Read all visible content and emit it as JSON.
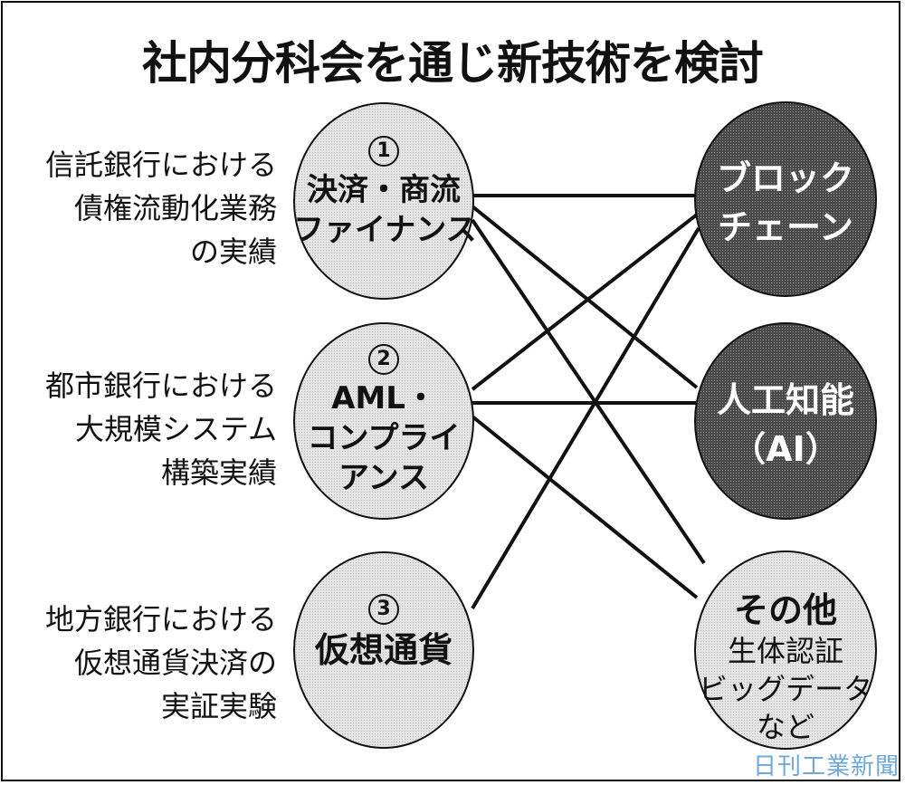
{
  "title": "社内分科会を通じ新技術を検討",
  "left_descriptions": [
    {
      "lines": [
        "信託銀行における",
        "債権流動化業務",
        "の実績"
      ]
    },
    {
      "lines": [
        "都市銀行における",
        "大規模システム",
        "構築実績"
      ]
    },
    {
      "lines": [
        "地方銀行における",
        "仮想通貨決済の",
        "実証実験"
      ]
    }
  ],
  "subcommittees": [
    {
      "number": "1",
      "lines": [
        "決済・商流",
        "ファイナンス"
      ]
    },
    {
      "number": "2",
      "lines": [
        "AML・",
        "コンプライ",
        "アンス"
      ]
    },
    {
      "number": "3",
      "lines": [
        "仮想通貨"
      ]
    }
  ],
  "technologies": [
    {
      "lines": [
        "ブロック",
        "チェーン"
      ],
      "style": "dark"
    },
    {
      "lines": [
        "人工知能",
        "（AI）"
      ],
      "style": "dark"
    },
    {
      "heading": "その他",
      "lines": [
        "生体認証",
        "ビッグデータ",
        "など"
      ],
      "style": "light"
    }
  ],
  "connections": [
    {
      "from": "1",
      "to": "ブロックチェーン"
    },
    {
      "from": "1",
      "to": "人工知能（AI）"
    },
    {
      "from": "1",
      "to": "その他"
    },
    {
      "from": "2",
      "to": "ブロックチェーン"
    },
    {
      "from": "2",
      "to": "人工知能（AI）"
    },
    {
      "from": "2",
      "to": "その他"
    },
    {
      "from": "3",
      "to": "ブロックチェーン"
    }
  ],
  "colors": {
    "light_fill": "#dcdcdc",
    "dark_fill": "#5a5a5a",
    "line": "#111111",
    "watermark": "#6fa8dc"
  },
  "watermark": "日刊工業新聞"
}
